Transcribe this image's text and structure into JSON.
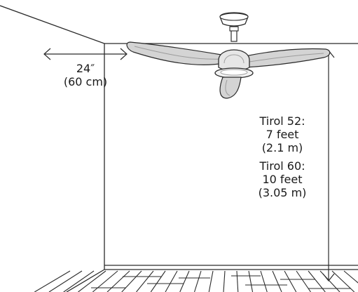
{
  "colors": {
    "line": "#2b2b2b",
    "blade": "#d4d4d4",
    "blade_dark": "#9c9c9c",
    "background": "#ffffff"
  },
  "clearance": {
    "value": "24″",
    "metric": "(60 cm)"
  },
  "heights": [
    {
      "model": "Tirol 52:",
      "feet": "7 feet",
      "meters": "(2.1 m)"
    },
    {
      "model": "Tirol 60:",
      "feet": "10 feet",
      "meters": "(3.05 m)"
    }
  ]
}
